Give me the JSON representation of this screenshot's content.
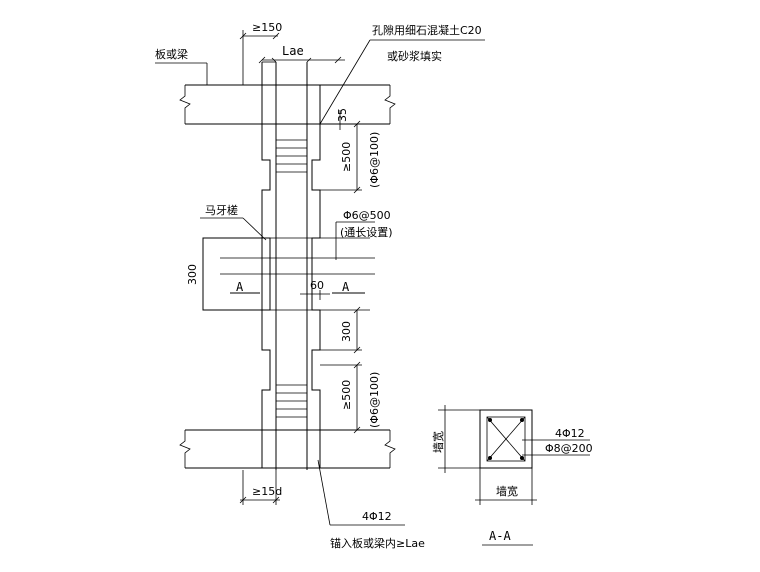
{
  "labels": {
    "slab_or_beam": "板或梁",
    "dim_150": "≥150",
    "lae_top": "Lae",
    "gap_fill_line1": "孔隙用细石混凝土C20",
    "gap_fill_line2": "或砂浆填实",
    "dim_35": "35",
    "dim_500_top": "≥500",
    "stirrup_top": "(Φ6@100)",
    "toothed_joint": "马牙槎",
    "tie_bar": "Φ6@500",
    "tie_bar_note": "(通长设置)",
    "dim_300_left": "300",
    "section_mark_left": "A",
    "section_mark_right": "A",
    "dim_60": "60",
    "dim_300_right": "300",
    "dim_500_bottom": "≥500",
    "stirrup_bottom": "(Φ6@100)",
    "dim_15d": "≥15d",
    "main_bar": "4Φ12",
    "anchor_note": "锚入板或梁内≥Lae",
    "section_main_bar": "4Φ12",
    "section_stirrup": "Φ8@200",
    "wall_width_left": "墙宽",
    "wall_width_bottom": "墙宽",
    "section_title": "A-A"
  }
}
